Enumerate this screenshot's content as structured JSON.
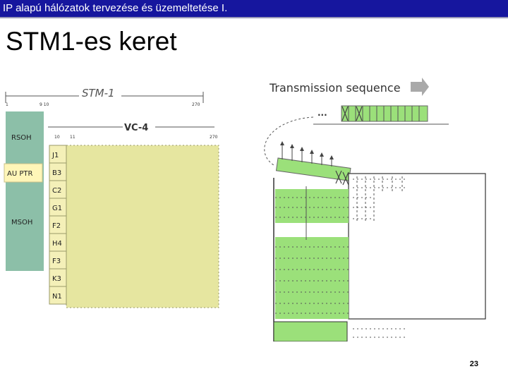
{
  "header": {
    "course_title": "IP alapú hálózatok tervezése és üzemeltetése I."
  },
  "slide": {
    "title": "STM1-es keret",
    "page_number": "23"
  },
  "diagram_left": {
    "stm_label": "STM-1",
    "vc_label": "VC-4",
    "col_labels": [
      "1",
      "9 10",
      "270",
      "10",
      "11",
      "270"
    ],
    "rsoh_label": "RSOH",
    "au_ptr_label": "AU PTR",
    "msoh_label": "MSOH",
    "poh_bytes": [
      "J1",
      "B3",
      "C2",
      "G1",
      "F2",
      "H4",
      "F3",
      "K3",
      "N1"
    ],
    "colors": {
      "overhead": "#8cbfa8",
      "payload": "#e6e6a0",
      "poh": "#f4f0b8",
      "au_ptr": "#fff6b8"
    }
  },
  "diagram_right": {
    "transmission_label": "Transmission sequence",
    "seq_dots": "...",
    "colors": {
      "green": "#9be07a",
      "arrow": "#a9a9a9"
    }
  }
}
